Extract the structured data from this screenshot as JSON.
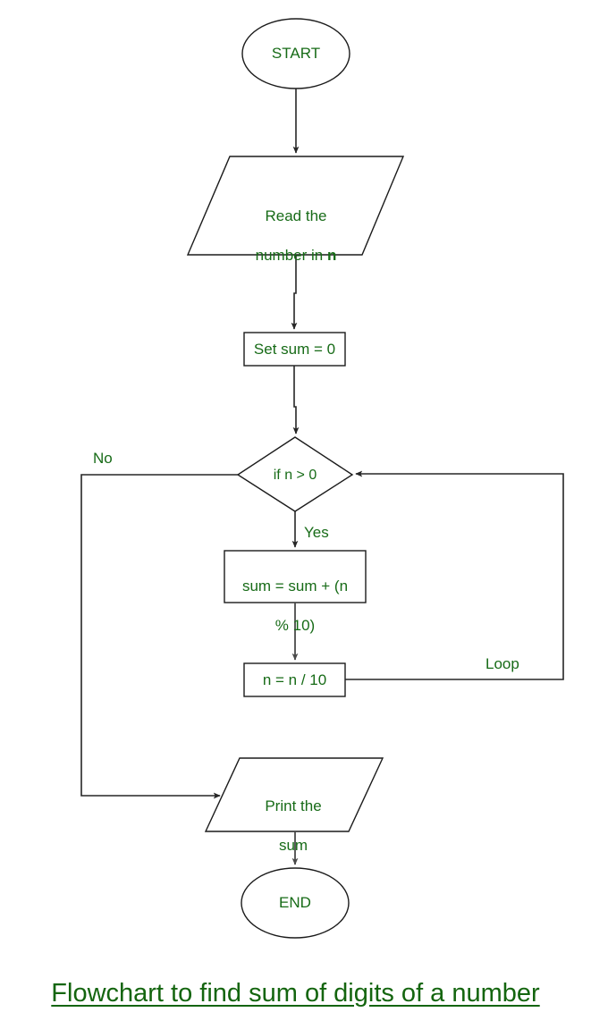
{
  "title": "Flowchart to find sum of digits of a number",
  "colors": {
    "node_text": "#176b17",
    "title_text": "#14650f",
    "stroke": "#1b1b1b",
    "connector": "#262626",
    "background": "#ffffff"
  },
  "nodes": {
    "start": {
      "label": "START",
      "shape": "ellipse"
    },
    "read": {
      "label_line1": "Read the",
      "label_line2_prefix": "number in ",
      "label_line2_bold": "n",
      "shape": "parallelogram"
    },
    "init_sum": {
      "label": "Set sum = 0",
      "shape": "rectangle"
    },
    "condition": {
      "label": "if n > 0",
      "shape": "diamond"
    },
    "accumulate": {
      "label_line1": "sum = sum + (n",
      "label_line2": "% 10)",
      "shape": "rectangle"
    },
    "divide": {
      "label": "n = n / 10",
      "shape": "rectangle"
    },
    "print": {
      "label_line1": "Print the",
      "label_line2": "sum",
      "shape": "parallelogram"
    },
    "end": {
      "label": "END",
      "shape": "ellipse"
    }
  },
  "edge_labels": {
    "no": "No",
    "yes": "Yes",
    "loop": "Loop"
  }
}
